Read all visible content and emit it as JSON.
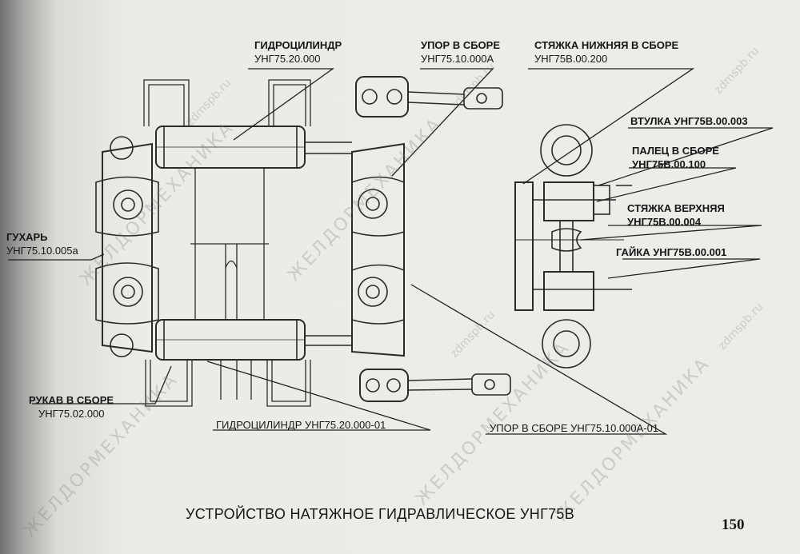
{
  "labels": {
    "hydrocyl_top": [
      "ГИДРОЦИЛИНДР",
      "УНГ75.20.000"
    ],
    "stop_top": [
      "УПОР В СБОРЕ",
      "УНГ75.10.000А"
    ],
    "tie_lower": [
      "СТЯЖКА НИЖНЯЯ В СБОРЕ",
      "УНГ75В.00.200"
    ],
    "bushing": "ВТУЛКА УНГ75В.00.003",
    "pin": [
      "ПАЛЕЦ В СБОРЕ",
      "УНГ75В.00.100"
    ],
    "tie_upper": [
      "СТЯЖКА ВЕРХНЯЯ",
      "УНГ75В.00.004"
    ],
    "nut": "ГАЙКА УНГ75В.00.001",
    "block": [
      "ГУХАРЬ",
      "УНГ75.10.005а"
    ],
    "hose": [
      "РУКАВ В СБОРЕ",
      "УНГ75.02.000"
    ],
    "hydrocyl_bottom": "ГИДРОЦИЛИНДР УНГ75.20.000-01",
    "stop_bottom": "УПОР В СБОРЕ УНГ75.10.000А-01"
  },
  "title": "УСТРОЙСТВО НАТЯЖНОЕ ГИДРАВЛИЧЕСКОЕ УНГ75В",
  "page_number": "150",
  "watermarks": [
    "ЖЕЛДОРМЕХАНИКА",
    "zdmspb.ru"
  ]
}
